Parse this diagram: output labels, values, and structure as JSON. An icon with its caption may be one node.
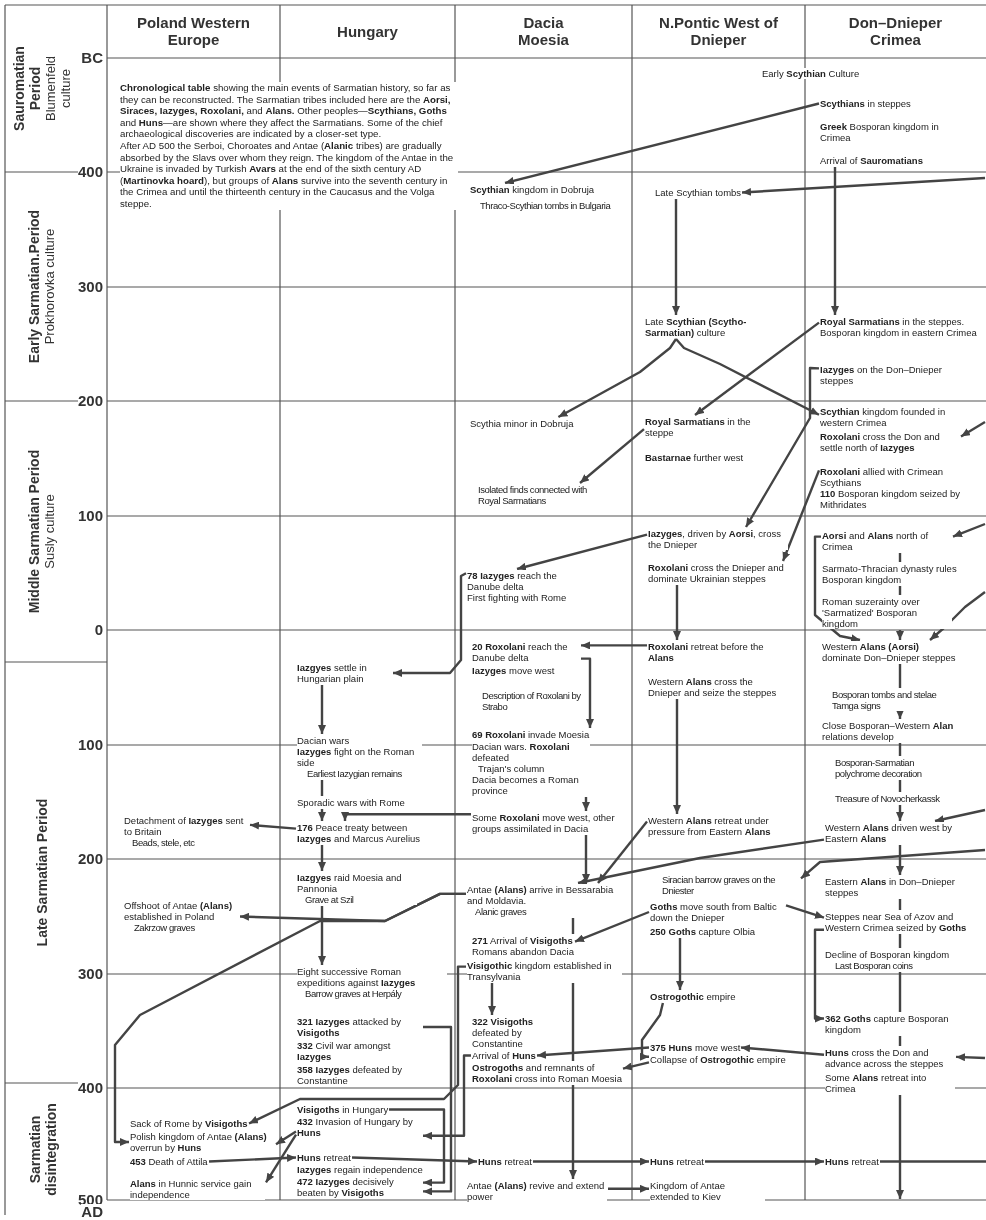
{
  "diagram": {
    "nodes": [
      {
        "text": [
          "Poland Western Europe"
        ]
      },
      {
        "text": [
          "Hungary"
        ]
      },
      {
        "text": [
          "Dacia Moesia"
        ]
      },
      {
        "text": [
          "N.Pontic West of Dnieper"
        ]
      },
      {
        "text": [
          "Don–Dnieper Crimea"
        ]
      },
      {
        "text": [
          "Sauromatian Period",
          "Blumenfeld culture"
        ]
      },
      {
        "text": [
          "Early Sarmatian.Period",
          "Prokhorovka culture"
        ]
      },
      {
        "text": [
          "Middle Sarmatian Period",
          "Susly culture"
        ]
      },
      {
        "text": [
          "Late Sarmatian Period"
        ]
      },
      {
        "text": [
          "Sarmatian disintegration"
        ]
      },
      {
        "text": [
          "Early **Scythian** Culture"
        ]
      },
      {
        "text": [
          "**Scythians** in steppes"
        ]
      },
      {
        "text": [
          "**Greek** Bosporan kingdom in Crimea"
        ]
      },
      {
        "text": [
          "Arrival of **Sauromatians**"
        ]
      },
      {
        "text": [
          "**Scythian** kingdom in Dobruja",
          "Thraco-Scythian tombs in Bulgaria"
        ]
      },
      {
        "text": [
          "Late Scythian tombs"
        ]
      },
      {
        "text": [
          "Late **Scythian (Scytho-Sarmatian)** culture"
        ]
      },
      {
        "text": [
          "**Royal Sarmatians** in the steppes. Bosporan kingdom in eastern Crimea"
        ]
      },
      {
        "text": [
          "**Iazyges** on the Don–Dnieper steppes"
        ]
      },
      {
        "text": [
          "Scythia minor in Dobruja"
        ]
      },
      {
        "text": [
          "**Royal Sarmatians** in the steppe"
        ]
      },
      {
        "text": [
          "**Bastarnae** further west"
        ]
      },
      {
        "text": [
          "**Scythian** kingdom founded in western Crimea"
        ]
      },
      {
        "text": [
          "**Roxolani** cross the Don and settle north of **Iazyges**"
        ]
      },
      {
        "text": [
          "**Roxolani** allied with Crimean Scythians",
          "**110** Bosporan kingdom seized by Mithridates"
        ]
      },
      {
        "text": [
          "Isolated finds connected with Royal Sarmatians"
        ]
      },
      {
        "text": [
          "**Iazyges**, driven by **Aorsi**, cross the Dnieper"
        ]
      },
      {
        "text": [
          "**Roxolani** cross the Dnieper and dominate Ukrainian steppes"
        ]
      },
      {
        "text": [
          "**Aorsi** and **Alans** north of Crimea"
        ]
      },
      {
        "text": [
          "Sarmato-Thracian dynasty rules Bosporan kingdom"
        ]
      },
      {
        "text": [
          "Roman suzerainty over 'Sarmatized' Bosporan kingdom"
        ]
      },
      {
        "text": [
          "**78 Iazyges** reach the Danube delta",
          "First fighting with Rome"
        ]
      },
      {
        "text": [
          "**20 Roxolani** reach the Danube delta"
        ]
      },
      {
        "text": [
          "**Iazyges** move west"
        ]
      },
      {
        "text": [
          "Description of Roxolani by Strabo"
        ]
      },
      {
        "text": [
          "**Roxolani** retreat before the **Alans**"
        ]
      },
      {
        "text": [
          "Western **Alans** cross the Dnieper and seize the steppes"
        ]
      },
      {
        "text": [
          "Western **Alans (Aorsi)** dominate Don–Dnieper steppes"
        ]
      },
      {
        "text": [
          "Bosporan tombs and stelae",
          "Tamga signs"
        ]
      },
      {
        "text": [
          "Close Bosporan–Western **Alan** relations develop"
        ]
      },
      {
        "text": [
          "Bosporan-Sarmatian polychrome decoration"
        ]
      },
      {
        "text": [
          "Treasure of Novocherkassk"
        ]
      },
      {
        "text": [
          "**Iazgyes** settle in Hungarian plain"
        ]
      },
      {
        "text": [
          "Dacian wars",
          "**Iazyges** fight on the Roman side",
          "Earliest Iazygian remains"
        ]
      },
      {
        "text": [
          "Sporadic wars with Rome"
        ]
      },
      {
        "text": [
          "**69 Roxolani** invade Moesia"
        ]
      },
      {
        "text": [
          "Dacian wars. **Roxolani** defeated",
          "Trajan's column",
          "Dacia becomes a Roman province"
        ]
      },
      {
        "text": [
          "Some **Roxolani** move west, other groups assimilated in Dacia"
        ]
      },
      {
        "text": [
          "Western **Alans** retreat under pressure from Eastern **Alans**"
        ]
      },
      {
        "text": [
          "Western **Alans** driven west by Eastern **Alans**"
        ]
      },
      {
        "text": [
          "Detachment of **Iazyges** sent to Britain",
          "Beads, stele, etc"
        ]
      },
      {
        "text": [
          "**176** Peace treaty between **Iazyges** and Marcus Aurelius"
        ]
      },
      {
        "text": [
          "**Iazgyes** raid Moesia and Pannonia",
          "Grave at Szil"
        ]
      },
      {
        "text": [
          "Offshoot of Antae **(Alans)** established in Poland",
          "Zakrzow graves"
        ]
      },
      {
        "text": [
          "Antae **(Alans)** arrive in Bessarabia and Moldavia.",
          "Alanic graves"
        ]
      },
      {
        "text": [
          "Siracian barrow graves on the Dniester"
        ]
      },
      {
        "text": [
          "**Goths** move south from Baltic down the Dnieper"
        ]
      },
      {
        "text": [
          "**250 Goths** capture Olbia"
        ]
      },
      {
        "text": [
          "Eastern **Alans** in Don–Dnieper steppes"
        ]
      },
      {
        "text": [
          "Steppes near Sea of Azov and Western Crimea seized by **Goths**"
        ]
      },
      {
        "text": [
          "Decline of Bosporan kingdom",
          "Last Bosporan coins"
        ]
      },
      {
        "text": [
          "**271** Arrival of **Visigoths**",
          "Romans abandon Dacia"
        ]
      },
      {
        "text": [
          "**Visigothic** kingdom established in Transylvania"
        ]
      },
      {
        "text": [
          "Eight successive Roman expeditions against **Iazyges**",
          "Barrow graves at Herpály"
        ]
      },
      {
        "text": [
          "**321 Iazyges** attacked by **Visigoths**"
        ]
      },
      {
        "text": [
          "**332** Civil war amongst **Iazyges**"
        ]
      },
      {
        "text": [
          "**358 Iazyges** defeated by Constantine"
        ]
      },
      {
        "text": [
          "**322 Visigoths** defeated by Constantine"
        ]
      },
      {
        "text": [
          "Arrival of **Huns**"
        ]
      },
      {
        "text": [
          "**Ostrogoths** and remnants of **Roxolani** cross into Roman Moesia"
        ]
      },
      {
        "text": [
          "**Ostrogothic** empire"
        ]
      },
      {
        "text": [
          "**375 Huns** move west"
        ]
      },
      {
        "text": [
          "Collapse of **Ostrogothic** empire"
        ]
      },
      {
        "text": [
          "**362 Goths** capture Bosporan kingdom"
        ]
      },
      {
        "text": [
          "**Huns** cross the Don and advance across the steppes"
        ]
      },
      {
        "text": [
          "Some **Alans** retreat into Crimea"
        ]
      },
      {
        "text": [
          "Sack of Rome by **Visigoths**"
        ]
      },
      {
        "text": [
          "Polish kingdom of Antae **(Alans)** overrun by **Huns**"
        ]
      },
      {
        "text": [
          "**453** Death of Attila"
        ]
      },
      {
        "text": [
          "**Alans** in Hunnic service gain independence"
        ]
      },
      {
        "text": [
          "**Visigoths** in Hungary"
        ]
      },
      {
        "text": [
          "**432** Invasion of Hungary by **Huns**"
        ]
      },
      {
        "text": [
          "**Huns** retreat"
        ]
      },
      {
        "text": [
          "**Iazyges** regain independence"
        ]
      },
      {
        "text": [
          "**472 Iazyges** decisively beaten by **Visigoths**"
        ]
      },
      {
        "text": [
          "**Huns** retreat"
        ]
      },
      {
        "text": [
          "Antae **(Alans)** revive and extend power"
        ]
      },
      {
        "text": [
          "**Huns** retreat"
        ]
      },
      {
        "text": [
          "Kingdom of Antae extended to Kiev"
        ]
      },
      {
        "text": [
          "**Huns** retreat"
        ]
      }
    ],
    "edges": [
      {
        "from": 11,
        "to": 14,
        "arrow": "to"
      },
      {
        "from": null,
        "to": 15,
        "arrow": "to"
      },
      {
        "from": 15,
        "to": 16,
        "arrow": "to"
      },
      {
        "from": 13,
        "to": 17,
        "arrow": "to"
      },
      {
        "from": 16,
        "to": 19,
        "arrow": "to"
      },
      {
        "from": 16,
        "to": 22,
        "arrow": "to"
      },
      {
        "from": 17,
        "to": 20,
        "arrow": "to"
      },
      {
        "from": 18,
        "to": 26,
        "arrow": "to"
      },
      {
        "from": null,
        "to": 23,
        "arrow": "to"
      },
      {
        "from": 24,
        "to": 27,
        "arrow": "to"
      },
      {
        "from": 20,
        "to": 25,
        "arrow": "to"
      },
      {
        "from": 26,
        "to": 31,
        "arrow": "to"
      },
      {
        "from": 31,
        "to": 42,
        "arrow": "to"
      },
      {
        "from": 27,
        "to": 35,
        "arrow": "to"
      },
      {
        "from": 35,
        "to": 32,
        "arrow": "to"
      },
      {
        "from": 32,
        "to": 45,
        "arrow": "to"
      },
      {
        "from": 42,
        "to": 43,
        "arrow": "to"
      },
      {
        "from": 43,
        "to": 44,
        "arrow": "none"
      },
      {
        "from": 44,
        "to": 51,
        "arrow": "to"
      },
      {
        "from": 47,
        "to": 51,
        "arrow": "to"
      },
      {
        "from": 46,
        "to": 47,
        "arrow": "to"
      },
      {
        "from": 36,
        "to": 48,
        "arrow": "to"
      },
      {
        "from": 51,
        "to": 50,
        "arrow": "to"
      },
      {
        "from": 51,
        "to": 52,
        "arrow": "to"
      },
      {
        "from": 47,
        "to": 54,
        "arrow": "to"
      },
      {
        "from": 48,
        "to": 54,
        "arrow": "to"
      },
      {
        "from": 49,
        "to": 54,
        "arrow": "to"
      },
      {
        "from": null,
        "to": 55,
        "arrow": "to"
      },
      {
        "from": 49,
        "to": 58,
        "arrow": "to"
      },
      {
        "from": 54,
        "to": 53,
        "arrow": "to"
      },
      {
        "from": 54,
        "to": 77,
        "arrow": "to"
      },
      {
        "from": 52,
        "to": 63,
        "arrow": "to"
      },
      {
        "from": 56,
        "to": 61,
        "arrow": "to"
      },
      {
        "from": 56,
        "to": 59,
        "arrow": "to"
      },
      {
        "from": 54,
        "to": 61,
        "arrow": "none"
      },
      {
        "from": 62,
        "to": 69,
        "arrow": "none"
      },
      {
        "from": 69,
        "to": 86,
        "arrow": "to"
      },
      {
        "from": 62,
        "to": 67,
        "arrow": "to"
      },
      {
        "from": 62,
        "to": 76,
        "arrow": "to"
      },
      {
        "from": 68,
        "to": 81,
        "arrow": "to"
      },
      {
        "from": 57,
        "to": 70,
        "arrow": "to"
      },
      {
        "from": 70,
        "to": 72,
        "arrow": "to"
      },
      {
        "from": 71,
        "to": 68,
        "arrow": "to"
      },
      {
        "from": 72,
        "to": 69,
        "arrow": "to"
      },
      {
        "from": 74,
        "to": 71,
        "arrow": "to"
      },
      {
        "from": null,
        "to": 74,
        "arrow": "to"
      },
      {
        "from": 75,
        "to": null,
        "arrow": "to"
      },
      {
        "from": 60,
        "to": 73,
        "arrow": "none"
      },
      {
        "from": 73,
        "to": 74,
        "arrow": "none"
      },
      {
        "from": 59,
        "to": 73,
        "arrow": "to"
      },
      {
        "from": 58,
        "to": 59,
        "arrow": "none"
      },
      {
        "from": 59,
        "to": 60,
        "arrow": "none"
      },
      {
        "from": 41,
        "to": 49,
        "arrow": "to"
      },
      {
        "from": 40,
        "to": 41,
        "arrow": "none"
      },
      {
        "from": 39,
        "to": 40,
        "arrow": "none"
      },
      {
        "from": 38,
        "to": 39,
        "arrow": "to"
      },
      {
        "from": 37,
        "to": 38,
        "arrow": "none"
      },
      {
        "from": 30,
        "to": 37,
        "arrow": "to",
        "style": "dashed"
      },
      {
        "from": 29,
        "to": 30,
        "arrow": "none"
      },
      {
        "from": 28,
        "to": 29,
        "arrow": "none"
      },
      {
        "from": 28,
        "to": 37,
        "arrow": "to"
      },
      {
        "from": null,
        "to": 37,
        "arrow": "to"
      },
      {
        "from": null,
        "to": 28,
        "arrow": "to"
      },
      {
        "from": null,
        "to": 49,
        "arrow": "to"
      },
      {
        "from": 78,
        "to": 82,
        "arrow": "to"
      },
      {
        "from": 81,
        "to": 77,
        "arrow": "to"
      },
      {
        "from": 81,
        "to": 79,
        "arrow": "to"
      },
      {
        "from": 82,
        "to": 85,
        "arrow": "to"
      },
      {
        "from": 85,
        "to": 87,
        "arrow": "to"
      },
      {
        "from": 87,
        "to": 89,
        "arrow": "to"
      },
      {
        "from": 89,
        "to": null,
        "arrow": "none"
      },
      {
        "from": 86,
        "to": 88,
        "arrow": "to"
      },
      {
        "from": 64,
        "to": 84,
        "arrow": "to"
      },
      {
        "from": 80,
        "to": 84,
        "arrow": "to"
      }
    ],
    "labels": [
      "BC",
      "400",
      "300",
      "200",
      "100",
      "0",
      "100",
      "200",
      "300",
      "400",
      "500",
      "AD",
      "**Chronological table** showing the main events of Sarmatian history, so far as they can be reconstructed. The Sarmatian tribes included here are the **Aorsi, Siraces, Iazyges, Roxolani,** and **Alans.** Other peoples—**Scythians, Goths** and **Huns**—are shown where they affect the Sarmatians. Some of the chief archaeological discoveries are indicated by a closer-set type.",
      "After AD 500 the Serboi, Choroates and Antae (**Alanic** tribes) are gradually absorbed by the Slavs over whom they reign. The kingdom of the Antae in the Ukraine is invaded by Turkish **Avars** at the end of the sixth century AD (**Martinovka hoard**), but groups of **Alans** survive into the seventh century in the Crimea and until the thirteenth century in the Caucasus and the Volga steppe."
    ]
  }
}
